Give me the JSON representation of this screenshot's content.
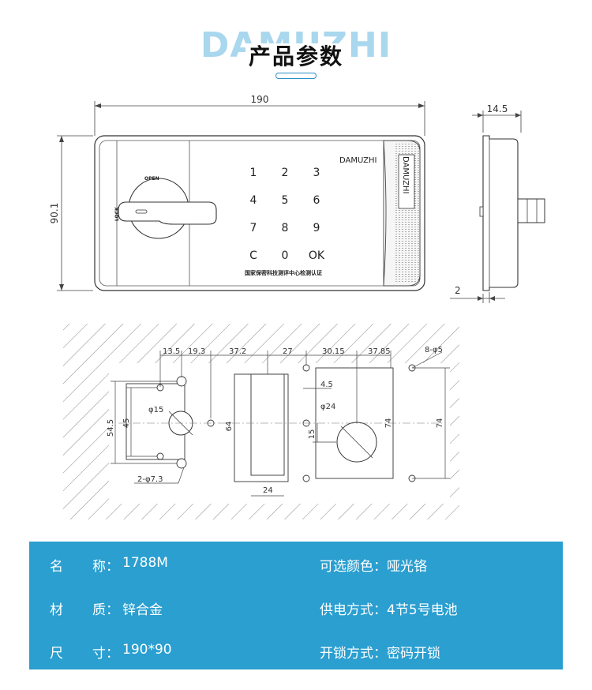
{
  "header": {
    "brand_watermark": "DAMUZHI",
    "title": "产品参数"
  },
  "front_view": {
    "width_dim": "190",
    "height_dim": "90.1",
    "brand": "DAMUZHI",
    "open_label": "OPEN",
    "lock_label": "LOCK",
    "keys": [
      "1",
      "2",
      "3",
      "4",
      "5",
      "6",
      "7",
      "8",
      "9",
      "C",
      "0",
      "OK"
    ],
    "certification": "国家保密科技测评中心检测认证"
  },
  "side_view": {
    "depth_dim": "14.5",
    "offset_dim": "2"
  },
  "cutout": {
    "dims": {
      "d13_5": "13.5",
      "d19_3": "19.3",
      "d37_2": "37.2",
      "d27": "27",
      "d30_15": "30.15",
      "d37_85": "37.85",
      "holes_8": "8-φ5",
      "d54_5": "54.5",
      "d45": "45",
      "dia15": "φ15",
      "d64": "64",
      "d4_5": "4.5",
      "dia24": "φ24",
      "d15": "15",
      "d74a": "74",
      "d74b": "74",
      "holes_2": "2-φ7.3",
      "d24": "24"
    }
  },
  "specs": {
    "name_k1": "名",
    "name_k2": "称：",
    "name_v": "1788M",
    "material_k1": "材",
    "material_k2": "质：",
    "material_v": "锌合金",
    "size_k1": "尺",
    "size_k2": "寸：",
    "size_v": "190*90",
    "color_k": "可选颜色：",
    "color_v": "哑光铬",
    "power_k": "供电方式：",
    "power_v": "4节5号电池",
    "unlock_k": "开锁方式：",
    "unlock_v": "密码开锁"
  }
}
